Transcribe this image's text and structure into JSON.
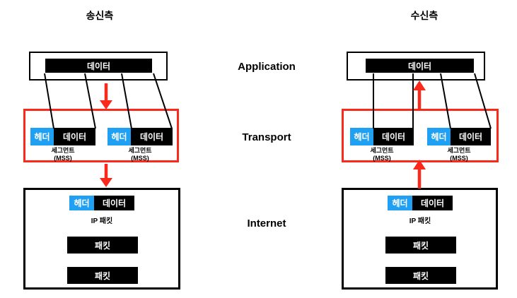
{
  "diagram": {
    "type": "network-layer-segmentation",
    "panels": [
      {
        "id": "sender",
        "title": "송신측",
        "flow_direction": "down"
      },
      {
        "id": "receiver",
        "title": "수신측",
        "flow_direction": "up"
      }
    ],
    "layers": [
      {
        "label": "Application"
      },
      {
        "label": "Transport"
      },
      {
        "label": "Internet"
      }
    ],
    "labels": {
      "data": "데이터",
      "header": "헤더",
      "segment_line1": "세그먼트",
      "segment_line2": "(MSS)",
      "ip_packet": "IP 패킷",
      "packet": "패킷"
    },
    "colors": {
      "header_blue": "#1fa0f2",
      "arrow_red": "#f9291b",
      "bar_black": "#000000"
    }
  }
}
